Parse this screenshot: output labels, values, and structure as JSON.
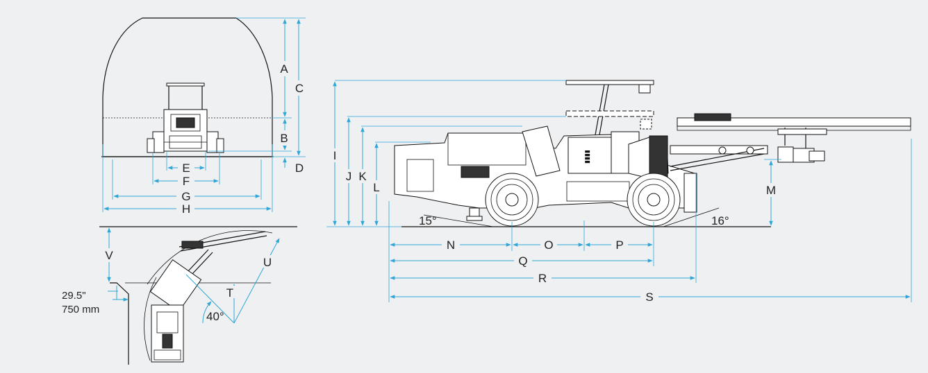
{
  "figure": {
    "front_view_labels": [
      "A",
      "B",
      "C",
      "D",
      "E",
      "F",
      "G",
      "H"
    ],
    "side_view_labels": [
      "I",
      "J",
      "K",
      "L",
      "M",
      "N",
      "O",
      "P",
      "Q",
      "R",
      "S"
    ],
    "angles": {
      "front_approach": "15°",
      "rear_departure": "16°",
      "boom_swing": "40°"
    },
    "plan_view_labels": [
      "V",
      "T",
      "U"
    ],
    "offset": {
      "imperial": "29.5\"",
      "metric": "750 mm"
    }
  },
  "colors": {
    "dimension": "#2fa6d6",
    "ink": "#111111",
    "background": "#eff0f2"
  }
}
